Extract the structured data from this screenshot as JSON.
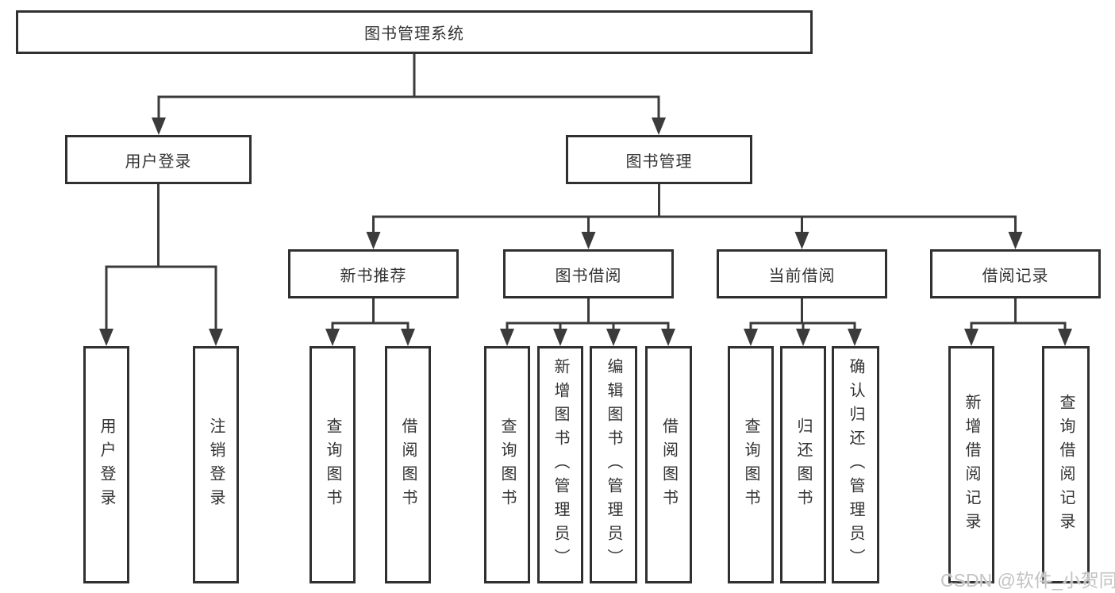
{
  "nodes": {
    "root": {
      "label": "图书管理系统"
    },
    "user_login": {
      "label": "用户登录",
      "children": {
        "login": {
          "label": "用户登录"
        },
        "logout": {
          "label": "注销登录"
        }
      }
    },
    "book_mgmt": {
      "label": "图书管理",
      "children": {
        "new_book": {
          "label": "新书推荐",
          "children": {
            "query_books": {
              "label": "查询图书"
            },
            "borrow_books": {
              "label": "借阅图书"
            }
          }
        },
        "book_borrow": {
          "label": "图书借阅",
          "children": {
            "query_books": {
              "label": "查询图书"
            },
            "add_books_admin": {
              "label": "新增图书（管理员）"
            },
            "edit_books_admin": {
              "label": "编辑图书（管理员）"
            },
            "borrow_books": {
              "label": "借阅图书"
            }
          }
        },
        "current_borrow": {
          "label": "当前借阅",
          "children": {
            "query_books": {
              "label": "查询图书"
            },
            "return_books": {
              "label": "归还图书"
            },
            "confirm_return_admin": {
              "label": "确认归还（管理员）"
            }
          }
        },
        "borrow_records": {
          "label": "借阅记录",
          "children": {
            "add_record": {
              "label": "新增借阅记录"
            },
            "query_record": {
              "label": "查询借阅记录"
            }
          }
        }
      }
    }
  },
  "watermark": {
    "text": "CSDN @软件_小贺同学"
  },
  "colors": {
    "line": "#3b3b3b",
    "border": "#303030",
    "fill": "#ffffff",
    "text": "#333333",
    "watermark": "#c3c3c3"
  }
}
